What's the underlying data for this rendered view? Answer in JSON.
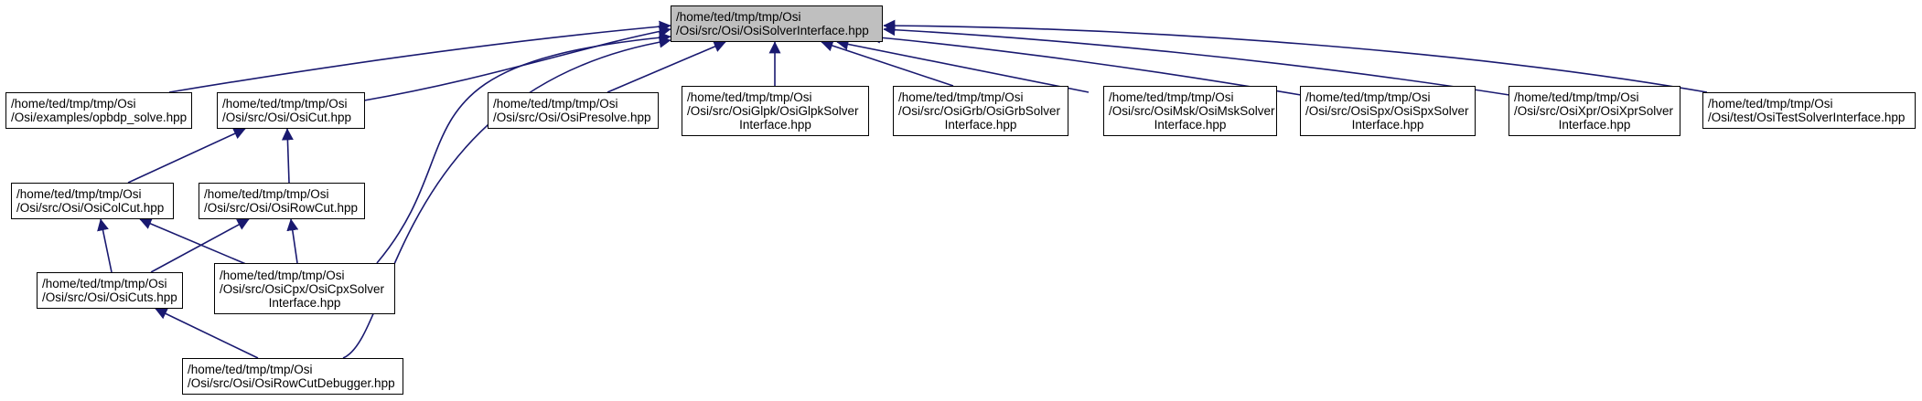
{
  "colors": {
    "edge": "#191970",
    "root_fill": "#bfbfbf",
    "node_fill": "#ffffff",
    "border": "#000000"
  },
  "nodes": {
    "root": {
      "line1": "/home/ted/tmp/tmp/Osi",
      "line2": "/Osi/src/Osi/OsiSolverInterface.hpp"
    },
    "opbdp": {
      "line1": "/home/ted/tmp/tmp/Osi",
      "line2": "/Osi/examples/opbdp_solve.hpp"
    },
    "cut": {
      "line1": "/home/ted/tmp/tmp/Osi",
      "line2": "/Osi/src/Osi/OsiCut.hpp"
    },
    "presolve": {
      "line1": "/home/ted/tmp/tmp/Osi",
      "line2": "/Osi/src/Osi/OsiPresolve.hpp"
    },
    "glpk": {
      "line1": "/home/ted/tmp/tmp/Osi",
      "line2": "/Osi/src/OsiGlpk/OsiGlpkSolver",
      "line3": "Interface.hpp"
    },
    "grb": {
      "line1": "/home/ted/tmp/tmp/Osi",
      "line2": "/Osi/src/OsiGrb/OsiGrbSolver",
      "line3": "Interface.hpp"
    },
    "msk": {
      "line1": "/home/ted/tmp/tmp/Osi",
      "line2": "/Osi/src/OsiMsk/OsiMskSolver",
      "line3": "Interface.hpp"
    },
    "spx": {
      "line1": "/home/ted/tmp/tmp/Osi",
      "line2": "/Osi/src/OsiSpx/OsiSpxSolver",
      "line3": "Interface.hpp"
    },
    "xpr": {
      "line1": "/home/ted/tmp/tmp/Osi",
      "line2": "/Osi/src/OsiXpr/OsiXprSolver",
      "line3": "Interface.hpp"
    },
    "test": {
      "line1": "/home/ted/tmp/tmp/Osi",
      "line2": "/Osi/test/OsiTestSolverInterface.hpp"
    },
    "colcut": {
      "line1": "/home/ted/tmp/tmp/Osi",
      "line2": "/Osi/src/Osi/OsiColCut.hpp"
    },
    "rowcut": {
      "line1": "/home/ted/tmp/tmp/Osi",
      "line2": "/Osi/src/Osi/OsiRowCut.hpp"
    },
    "cuts": {
      "line1": "/home/ted/tmp/tmp/Osi",
      "line2": "/Osi/src/Osi/OsiCuts.hpp"
    },
    "cpx": {
      "line1": "/home/ted/tmp/tmp/Osi",
      "line2": "/Osi/src/OsiCpx/OsiCpxSolver",
      "line3": "Interface.hpp"
    },
    "debugger": {
      "line1": "/home/ted/tmp/tmp/Osi",
      "line2": "/Osi/src/Osi/OsiRowCutDebugger.hpp"
    }
  },
  "edges": [
    [
      "opbdp",
      "root"
    ],
    [
      "cut",
      "root"
    ],
    [
      "presolve",
      "root"
    ],
    [
      "glpk",
      "root"
    ],
    [
      "grb",
      "root"
    ],
    [
      "msk",
      "root"
    ],
    [
      "spx",
      "root"
    ],
    [
      "xpr",
      "root"
    ],
    [
      "test",
      "root"
    ],
    [
      "cpx",
      "root"
    ],
    [
      "debugger",
      "root"
    ],
    [
      "colcut",
      "cut"
    ],
    [
      "rowcut",
      "cut"
    ],
    [
      "cuts",
      "colcut"
    ],
    [
      "cpx",
      "colcut"
    ],
    [
      "cuts",
      "rowcut"
    ],
    [
      "cpx",
      "rowcut"
    ],
    [
      "debugger",
      "cuts"
    ]
  ]
}
